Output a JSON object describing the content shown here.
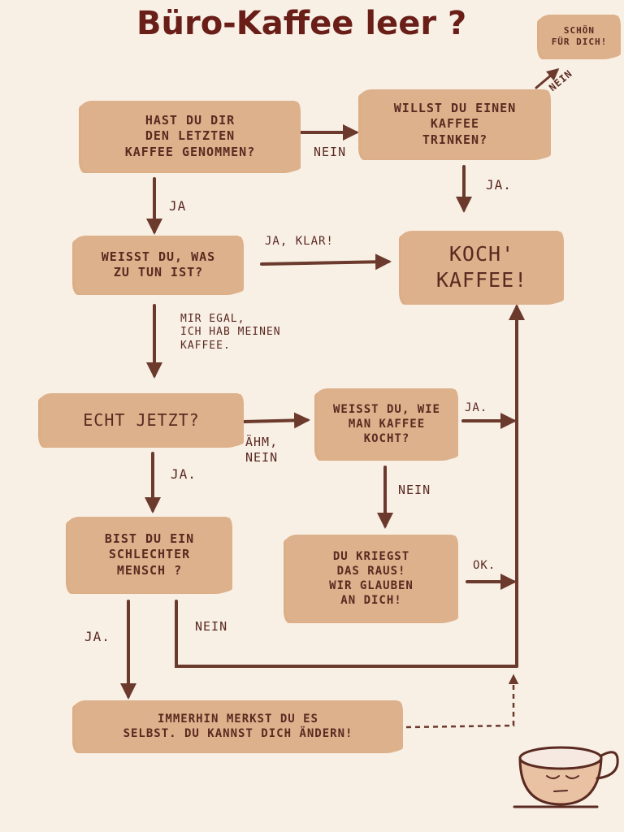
{
  "title": "Büro-Kaffee leer ?",
  "nodes": {
    "q_last": "HAST DU DIR\nDEN LETZTEN\nKAFFEE GENOMMEN?",
    "q_want": "WILLST DU EINEN\nKAFFEE\nTRINKEN?",
    "koch": "KOCH'\nKAFFEE!",
    "q_know": "WEISST DU, WAS\nZU TUN IST?",
    "q_really": "ECHT JETZT?",
    "q_how": "WEISST DU, WIE\nMAN KAFFEE\nKOCHT?",
    "q_bad": "BIST DU EIN\nSCHLECHTER\nMENSCH ?",
    "figure_out": "DU KRIEGST\nDAS RAUS!\nWIR GLAUBEN\nAN DICH!",
    "aware": "IMMERHIN MERKST DU ES\nSELBST. DU KANNST DICH ÄNDERN!"
  },
  "edge_labels": {
    "schoen": "SCHÖN\nFÜR DICH!",
    "nein_diag": "NEIN",
    "nein_1": "NEIN",
    "ja_1": "JA",
    "ja_want": "JA.",
    "ja_klar": "JA, KLAR!",
    "egal": "MIR EGAL,\nICH HAB MEINEN\nKAFFEE.",
    "aehm": "ÄHM,\nNEIN",
    "ja_how": "JA.",
    "ja_really": "JA.",
    "nein_how": "NEIN",
    "ok": "OK.",
    "ja_bad": "JA.",
    "nein_bad": "NEIN"
  },
  "colors": {
    "background": "#f8efe5",
    "box_fill": "#ddb18b",
    "ink": "#5a2a21",
    "title": "#6a1e18"
  },
  "icons": [
    "coffee-cup-icon"
  ]
}
